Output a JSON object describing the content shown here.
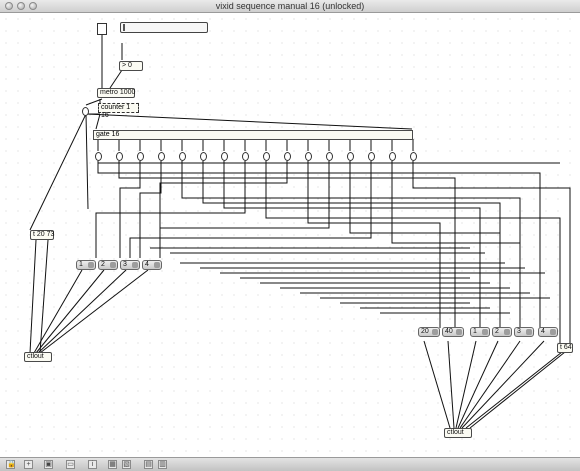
{
  "window": {
    "title": "vixid sequence manual 16 (unlocked)"
  },
  "patch": {
    "compare": "> 0",
    "metro": "metro 1000",
    "counter": "counter 1 16",
    "gate": "gate 16",
    "trigger_left": "t 20 73",
    "trigger_right": "t 64",
    "ctlout_left": "ctlout",
    "ctlout_right": "ctlout",
    "msgs_left": [
      "1",
      "2",
      "3",
      "4"
    ],
    "msgs_right": [
      "20",
      "40",
      "1",
      "2",
      "3",
      "4"
    ]
  },
  "toolbar": {
    "icons": [
      "lock-icon",
      "add-icon",
      "new-object-icon",
      "inspector-icon",
      "info-icon",
      "grid-icon",
      "snap-icon",
      "presentation-icon",
      "window-icon"
    ]
  }
}
